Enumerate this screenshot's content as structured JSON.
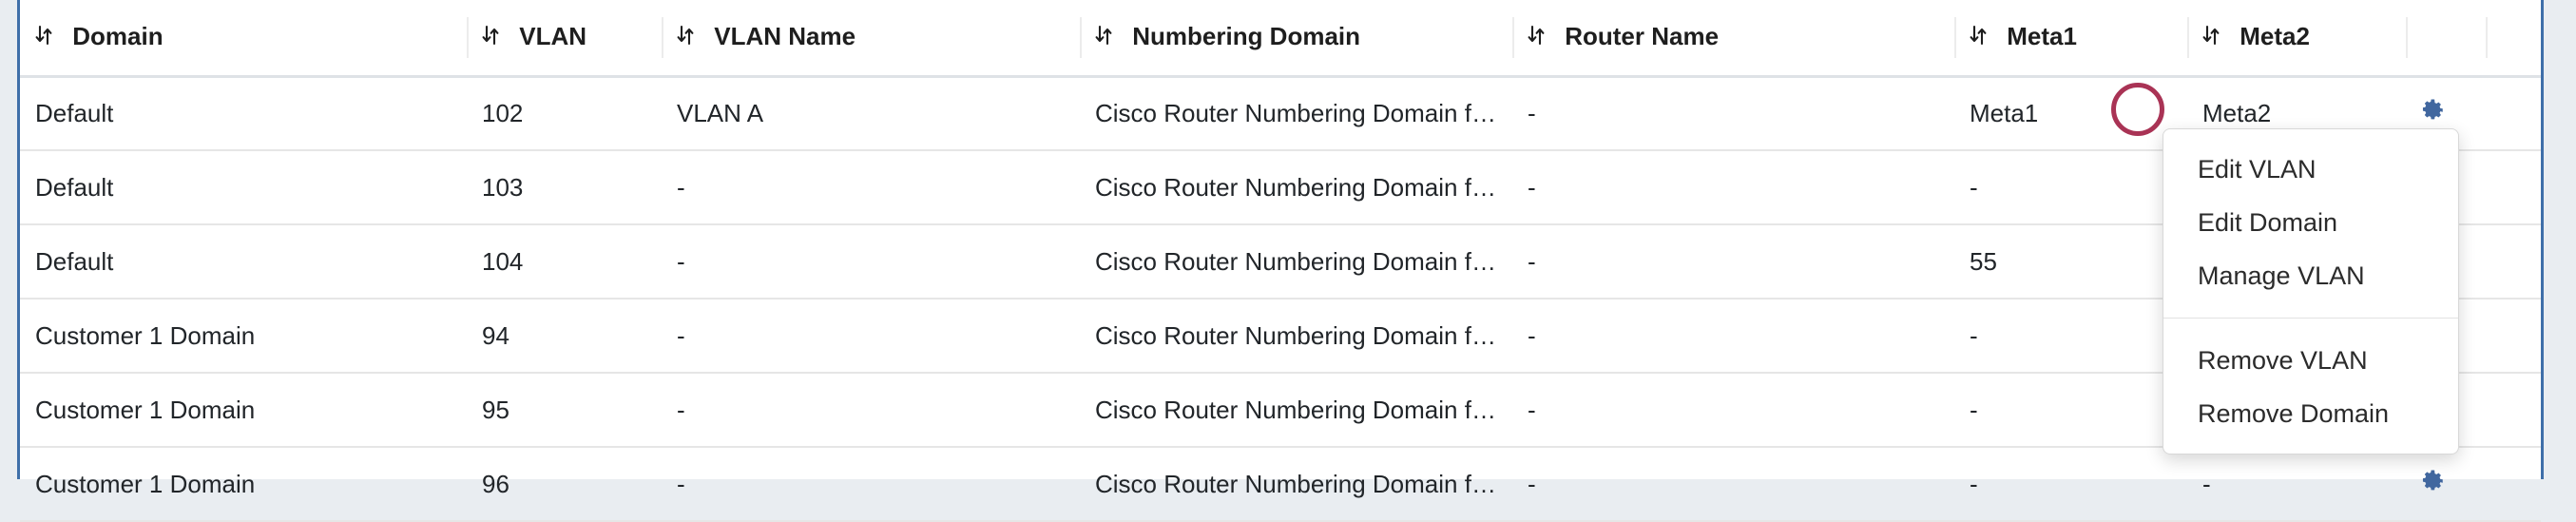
{
  "theme": {
    "accent_blue": "#3f6fa9",
    "gear_blue": "#41679f",
    "annotation_red": "#a93355",
    "page_background": "#e9edf1",
    "panel_background": "#ffffff",
    "row_border": "#e6e6e6"
  },
  "table": {
    "sort_icon": "sort-updown-icon",
    "columns": [
      {
        "key": "domain",
        "label": "Domain",
        "sortable": true
      },
      {
        "key": "vlan",
        "label": "VLAN",
        "sortable": true
      },
      {
        "key": "vlan_name",
        "label": "VLAN Name",
        "sortable": true
      },
      {
        "key": "numbering_domain",
        "label": "Numbering Domain",
        "sortable": true
      },
      {
        "key": "router_name",
        "label": "Router Name",
        "sortable": true
      },
      {
        "key": "meta1",
        "label": "Meta1",
        "sortable": true
      },
      {
        "key": "meta2",
        "label": "Meta2",
        "sortable": true
      },
      {
        "key": "actions",
        "label": "",
        "sortable": false
      }
    ],
    "rows": [
      {
        "domain": "Default",
        "vlan": "102",
        "vlan_name": "VLAN A",
        "numbering_domain": "Cisco Router Numbering Domain for …",
        "router_name": "-",
        "meta1": "Meta1",
        "meta2": "Meta2",
        "action_icon": "gear-icon"
      },
      {
        "domain": "Default",
        "vlan": "103",
        "vlan_name": "-",
        "numbering_domain": "Cisco Router Numbering Domain for …",
        "router_name": "-",
        "meta1": "-",
        "meta2": "",
        "action_icon": "gear-icon"
      },
      {
        "domain": "Default",
        "vlan": "104",
        "vlan_name": "-",
        "numbering_domain": "Cisco Router Numbering Domain for …",
        "router_name": "-",
        "meta1": "55",
        "meta2": "",
        "action_icon": "gear-icon"
      },
      {
        "domain": "Customer 1 Domain",
        "vlan": "94",
        "vlan_name": "-",
        "numbering_domain": "Cisco Router Numbering Domain for …",
        "router_name": "-",
        "meta1": "-",
        "meta2": "",
        "action_icon": "gear-icon"
      },
      {
        "domain": "Customer 1 Domain",
        "vlan": "95",
        "vlan_name": "-",
        "numbering_domain": "Cisco Router Numbering Domain for …",
        "router_name": "-",
        "meta1": "-",
        "meta2": "",
        "action_icon": "gear-icon"
      },
      {
        "domain": "Customer 1 Domain",
        "vlan": "96",
        "vlan_name": "-",
        "numbering_domain": "Cisco Router Numbering Domain for …",
        "router_name": "-",
        "meta1": "-",
        "meta2": "-",
        "action_icon": "gear-icon"
      }
    ]
  },
  "context_menu": {
    "open": true,
    "items": [
      {
        "label": "Edit VLAN",
        "type": "item"
      },
      {
        "label": "Edit Domain",
        "type": "item"
      },
      {
        "label": "Manage VLAN",
        "type": "item"
      },
      {
        "label": "",
        "type": "divider"
      },
      {
        "label": "Remove VLAN",
        "type": "item"
      },
      {
        "label": "Remove Domain",
        "type": "item"
      }
    ]
  },
  "annotation": {
    "shape": "circle",
    "color": "#a93355"
  }
}
